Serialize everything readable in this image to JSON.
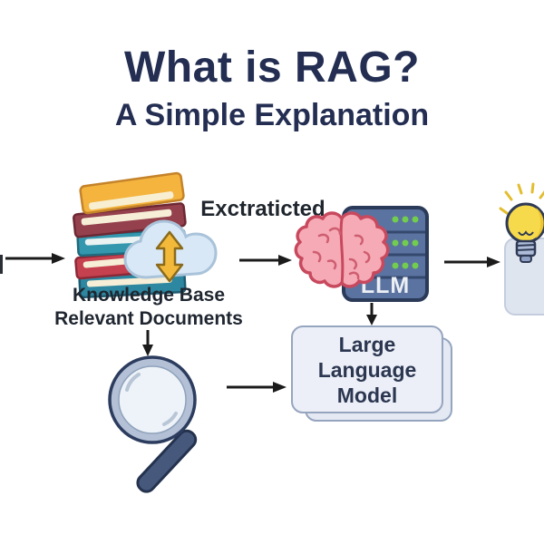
{
  "header": {
    "title": "What is RAG?",
    "subtitle": "A Simple Explanation"
  },
  "flow": {
    "extracted_label": "Exctraticted",
    "knowledge_base_label": "Knowledge Base",
    "relevant_documents_label": "Relevant Documents",
    "server_label": "LLM",
    "llm_box_label": "Large Language Model"
  },
  "icons": {
    "books_stack": "books-stack-icon",
    "cloud_sync": "cloud-sync-icon",
    "brain": "brain-icon",
    "llm_server": "server-icon",
    "lightbulb": "lightbulb-icon",
    "magnifier": "magnifier-icon",
    "flow_arrows": "arrow-icon"
  },
  "colors": {
    "background": "#ffffff",
    "title_text": "#232e52",
    "body_text": "#1f2630",
    "arrow": "#1b1b1b",
    "cloud_fill": "#d9e8f6",
    "cloud_stroke": "#a9c3da",
    "sync_arrow_yellow": "#f2b93b",
    "server_fill": "#5b73a0",
    "server_border": "#2b3a58",
    "led_green": "#72cc4e",
    "brain_fill": "#f5aab5",
    "brain_stroke": "#c8495e",
    "card_fill": "#eceff7",
    "card_border": "#96a5bf",
    "bulb_yellow": "#f7da4b",
    "bulb_base": "#aebcd9",
    "magnifier_rim": "#b3c0d6",
    "magnifier_handle": "#46597c",
    "book_yellow": "#f4b43e",
    "book_maroon": "#94404d",
    "book_teal": "#3397ae",
    "book_red": "#c5414f"
  }
}
